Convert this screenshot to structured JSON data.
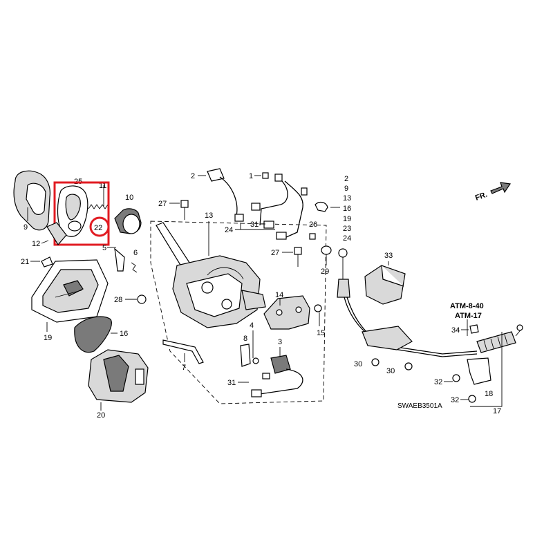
{
  "callouts": {
    "c1": "1",
    "c2": "2",
    "c3": "3",
    "c4": "4",
    "c5": "5",
    "c6": "6",
    "c7": "7",
    "c8": "8",
    "c9": "9",
    "c10": "10",
    "c11": "11",
    "c12": "12",
    "c13": "13",
    "c14": "14",
    "c15": "15",
    "c16": "16",
    "c17": "17",
    "c18": "18",
    "c19": "19",
    "c20": "20",
    "c21": "21",
    "c22": "22",
    "c23": "23",
    "c24": "24",
    "c25": "25",
    "c26": "26",
    "c27": "27",
    "c28": "28",
    "c29": "29",
    "c30": "30",
    "c31": "31",
    "c32": "32",
    "c33": "33",
    "c34": "34"
  },
  "refs": {
    "ref1": "ATM-8-40",
    "ref2": "ATM-17"
  },
  "front_label": "FR.",
  "drawing_code": "SWAEB3501A",
  "highlight": {
    "callout": "22",
    "color": "#e11b22"
  }
}
